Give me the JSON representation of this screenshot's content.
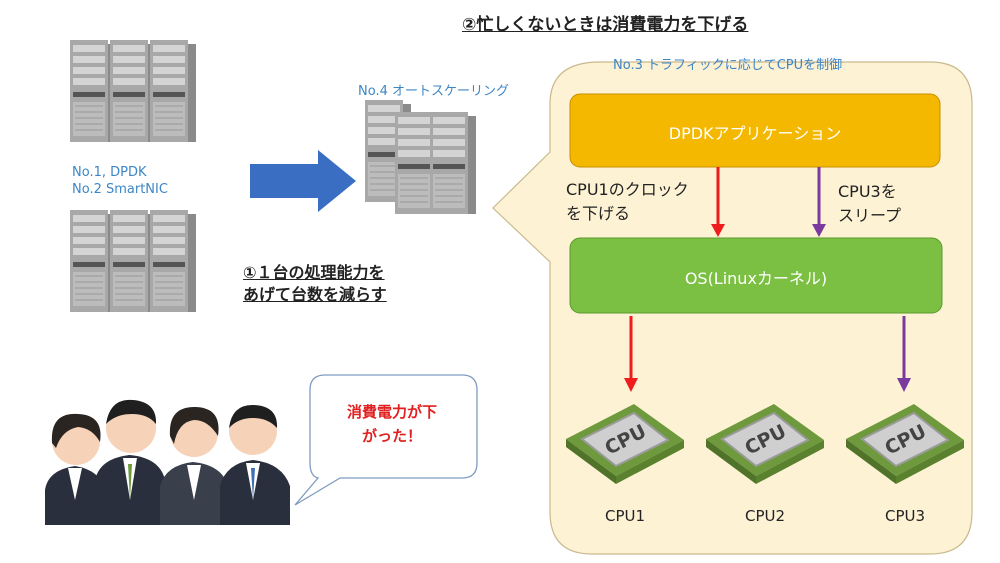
{
  "heading": {
    "step2": "②忙しくないときは消費電力を下げる"
  },
  "servers": {
    "left_labels": [
      "No.1, DPDK",
      "No.2 SmartNIC"
    ],
    "autoscale_label": "No.4 オートスケーリング"
  },
  "step1": {
    "lines": [
      "①１台の処理能力を",
      "あげて台数を減らす"
    ]
  },
  "control": {
    "label": "No.3 トラフィックに応じてCPUを制御",
    "app_box": "DPDKアプリケーション",
    "os_box": "OS(Linuxカーネル)",
    "clock_note": [
      "CPU1のクロック",
      "を下げる"
    ],
    "sleep_note": [
      "CPU3を",
      "スリープ"
    ],
    "cpus": [
      "CPU1",
      "CPU2",
      "CPU3"
    ],
    "chip_text": "CPU"
  },
  "speech": {
    "lines": [
      "消費電力が下",
      "がった！"
    ]
  },
  "colors": {
    "app_box": "#f5b800",
    "os_box": "#7bc043",
    "panel": "#fdf2d4",
    "red_arrow": "#ee1c1c",
    "purple_arrow": "#7a3a9e",
    "blue_arrow": "#3a6ec3",
    "label_blue": "#3d86c6"
  }
}
